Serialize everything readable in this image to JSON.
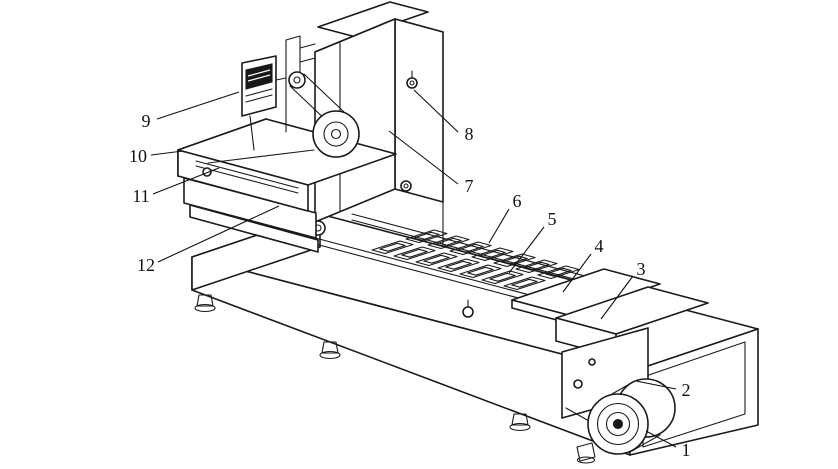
{
  "figure": {
    "background": "#ffffff",
    "line_color": "#1a1a1a",
    "label_color": "#111111"
  },
  "callouts": [
    {
      "number": "1"
    },
    {
      "number": "2"
    },
    {
      "number": "3"
    },
    {
      "number": "4"
    },
    {
      "number": "5"
    },
    {
      "number": "6"
    },
    {
      "number": "7"
    },
    {
      "number": "8"
    },
    {
      "number": "9"
    },
    {
      "number": "10"
    },
    {
      "number": "11"
    },
    {
      "number": "12"
    }
  ]
}
